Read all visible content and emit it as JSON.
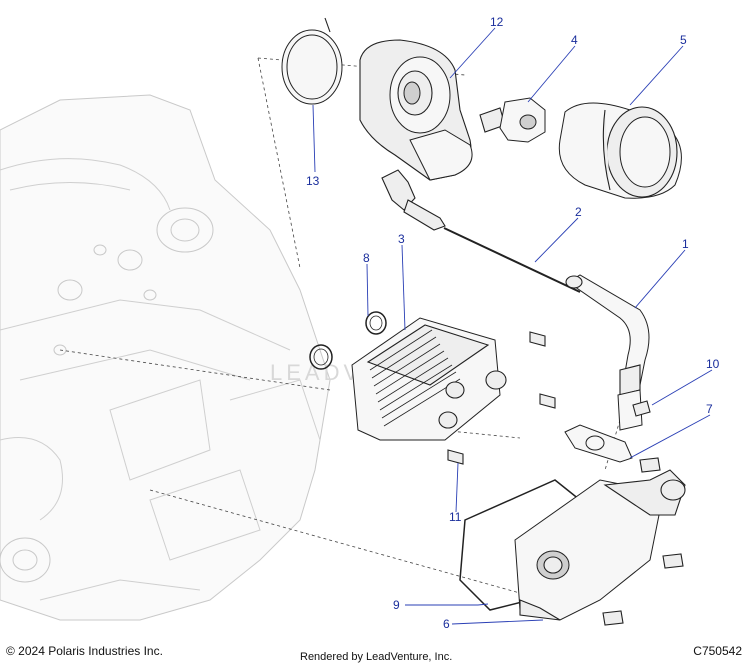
{
  "callouts": [
    {
      "id": "1",
      "label": "1"
    },
    {
      "id": "2",
      "label": "2"
    },
    {
      "id": "3",
      "label": "3"
    },
    {
      "id": "4",
      "label": "4"
    },
    {
      "id": "5",
      "label": "5"
    },
    {
      "id": "6",
      "label": "6"
    },
    {
      "id": "7",
      "label": "7"
    },
    {
      "id": "8",
      "label": "8"
    },
    {
      "id": "9",
      "label": "9"
    },
    {
      "id": "10",
      "label": "10"
    },
    {
      "id": "11",
      "label": "11"
    },
    {
      "id": "12",
      "label": "12"
    },
    {
      "id": "13",
      "label": "13"
    }
  ],
  "footer": {
    "copyright": "© 2024 Polaris Industries Inc.",
    "rendered_by": "Rendered by LeadVenture, Inc.",
    "diagram_code": "C750542"
  },
  "watermark": "LEADVENTURE",
  "colors": {
    "callout": "#1a2e9c",
    "leader": "#2a3fb5",
    "ghost_engine": "#c9c9c9",
    "part_outline": "#222222"
  }
}
